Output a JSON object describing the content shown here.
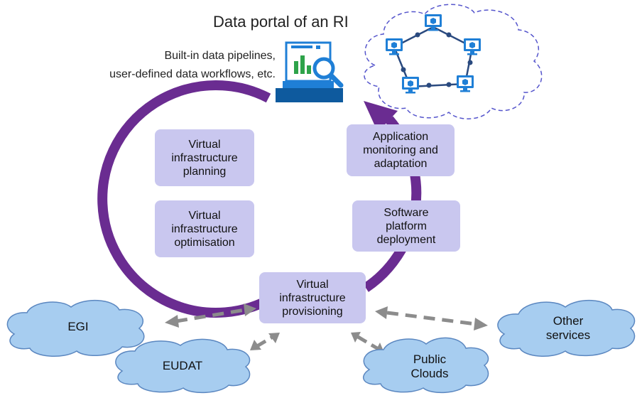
{
  "title": "Data portal of an RI",
  "subtitle_lines": [
    "Built-in data pipelines,",
    "user-defined data workflows, etc."
  ],
  "steps": {
    "planning": [
      "Virtual",
      "infrastructure",
      "planning"
    ],
    "optimisation": [
      "Virtual",
      "infrastructure",
      "optimisation"
    ],
    "provisioning": [
      "Virtual",
      "infrastructure",
      "provisioning"
    ],
    "deployment": [
      "Software",
      "platform",
      "deployment"
    ],
    "monitoring": [
      "Application",
      "monitoring and",
      "adaptation"
    ]
  },
  "clouds": {
    "egi": [
      "EGI"
    ],
    "eudat": [
      "EUDAT"
    ],
    "public": [
      "Public",
      "Clouds"
    ],
    "other": [
      "Other",
      "services"
    ]
  },
  "icons": {
    "portal": "monitor-analytics-icon",
    "network": "network-cloud-icon",
    "vm": "virtual-machine-icon"
  },
  "colors": {
    "cycle_arrow": "#6a2c91",
    "step_fill": "#c9c7ef",
    "cloud_fill": "#a7cdf0",
    "cloud_stroke": "#5b87c0",
    "dashed_arrow": "#8c8c8c",
    "network_line": "#2a4a7f",
    "network_cloud_stroke": "#5555cc",
    "icon_blue": "#1f7fd6"
  }
}
